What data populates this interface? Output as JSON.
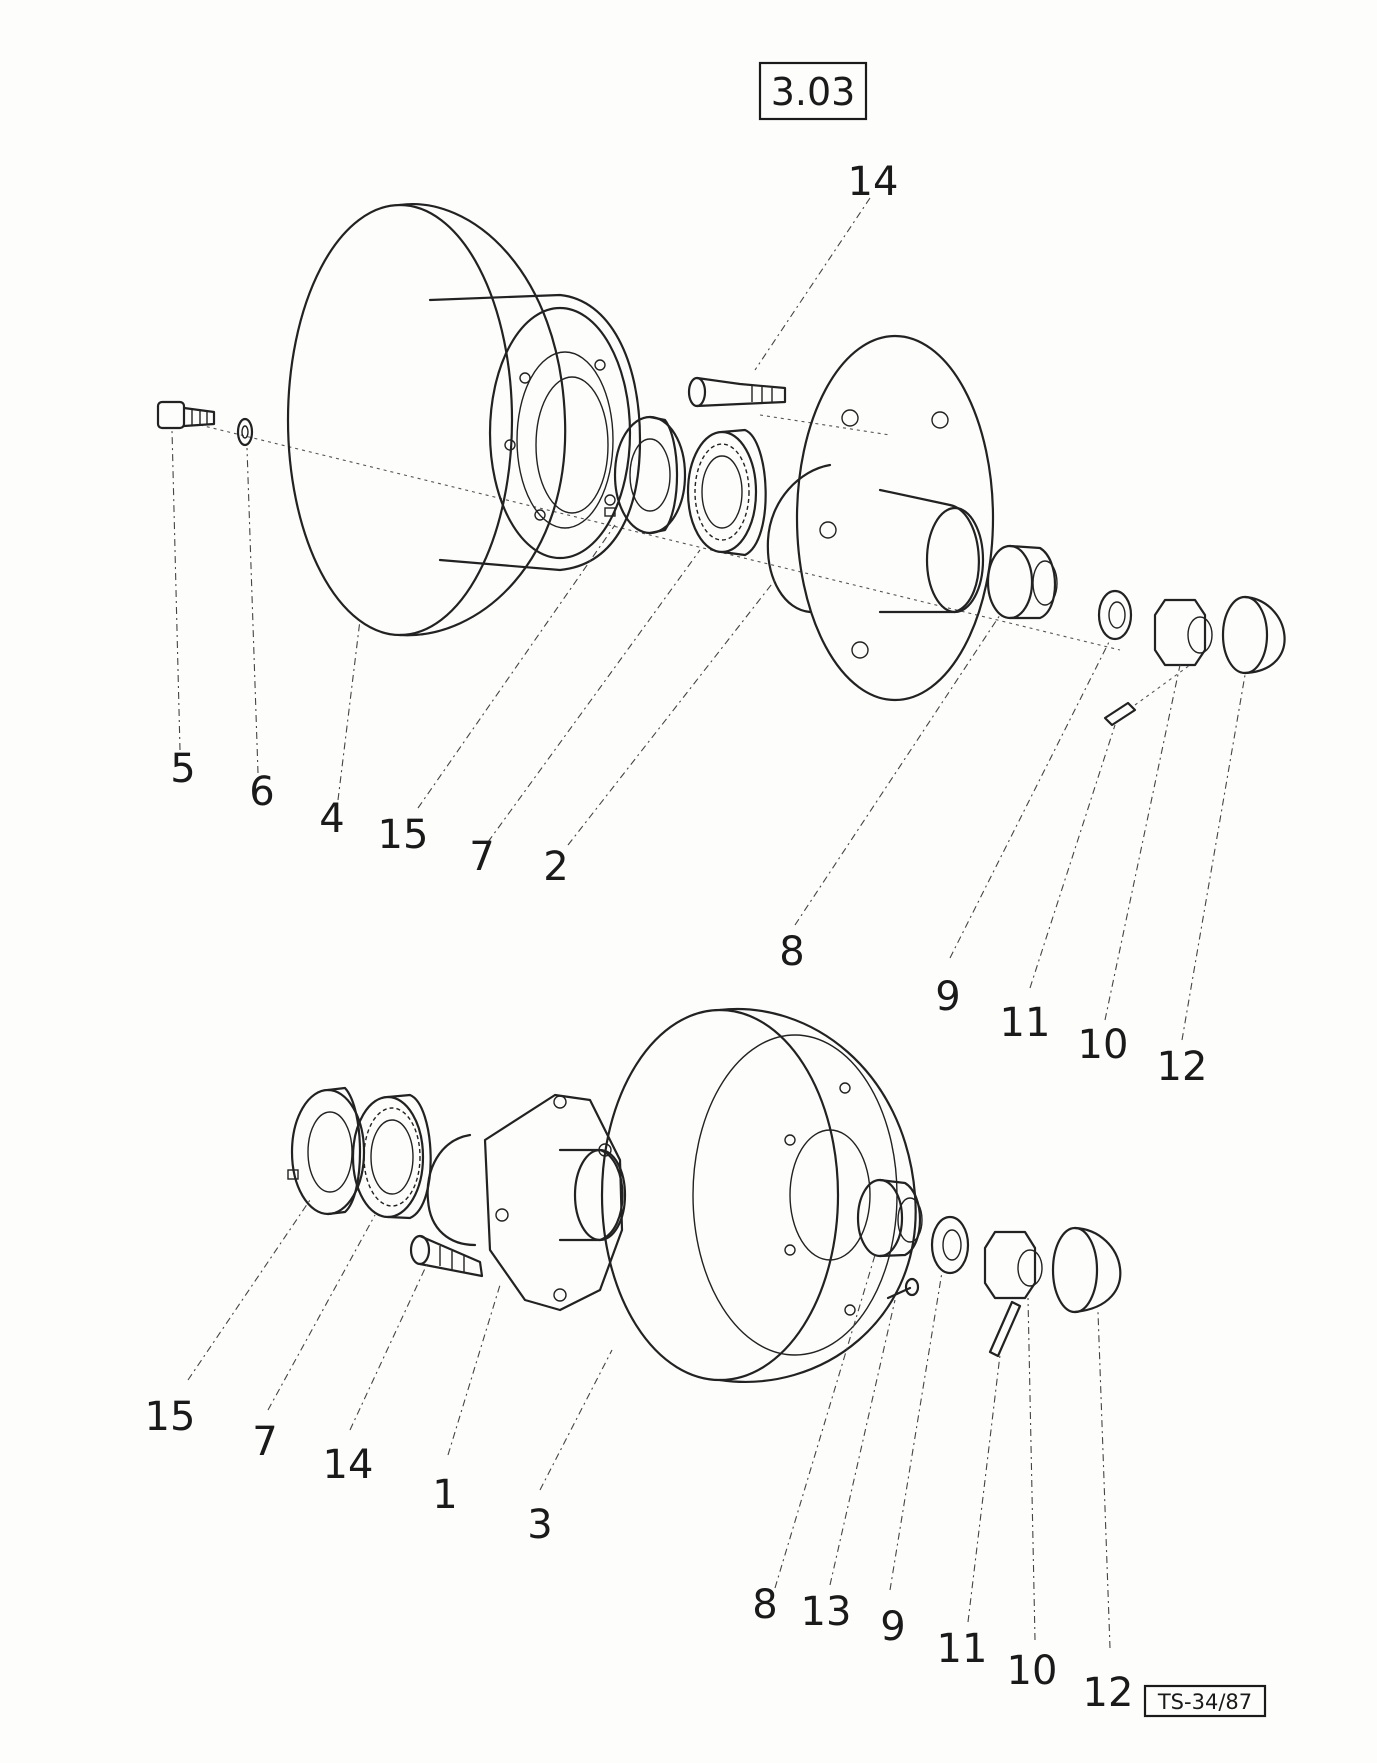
{
  "section_code": "3.03",
  "drawing_ref": "TS-34/87",
  "callouts_upper": {
    "c14": "14",
    "c5": "5",
    "c6": "6",
    "c4": "4",
    "c15": "15",
    "c7": "7",
    "c2": "2",
    "c8": "8",
    "c9": "9",
    "c11": "11",
    "c10": "10",
    "c12": "12"
  },
  "callouts_lower": {
    "c15": "15",
    "c7": "7",
    "c14": "14",
    "c1": "1",
    "c3": "3",
    "c8": "8",
    "c13": "13",
    "c9": "9",
    "c11": "11",
    "c10": "10",
    "c12": "12"
  },
  "colors": {
    "ink": "#222222",
    "paper": "#fdfdfc"
  }
}
